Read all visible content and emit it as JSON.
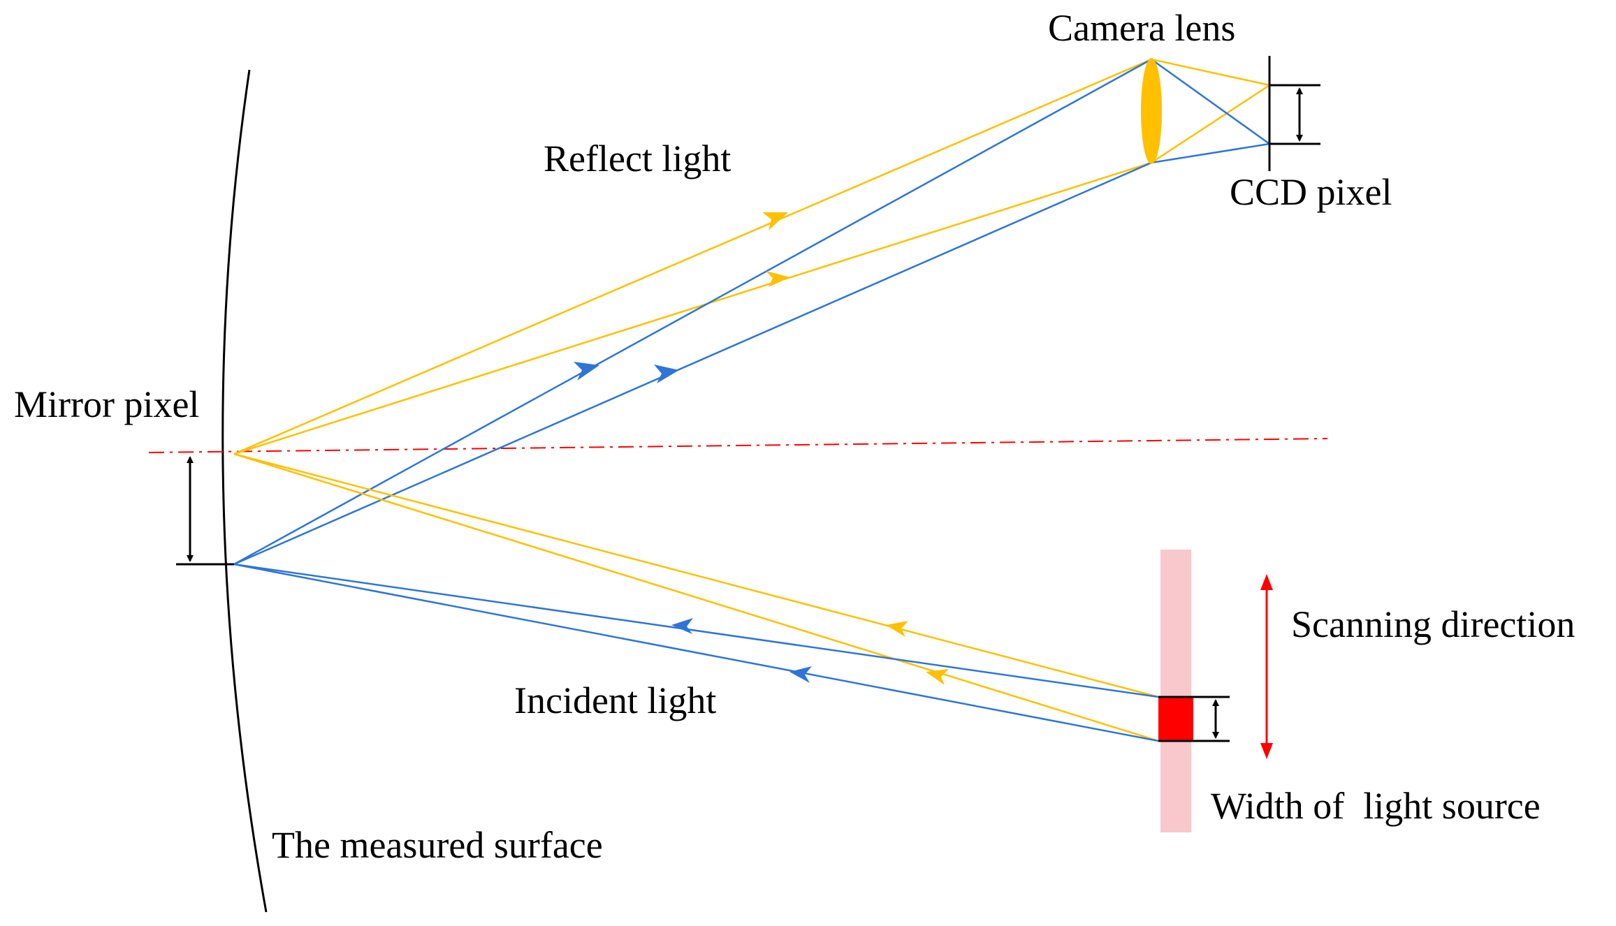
{
  "labels": {
    "camera_lens": "Camera lens",
    "ccd_pixel": "CCD pixel",
    "reflect_light": "Reflect light",
    "mirror_pixel": "Mirror pixel",
    "scanning_direction": "Scanning direction",
    "incident_light": "Incident light",
    "width_of_light_source": "Width of  light source",
    "measured_surface": "The measured surface"
  },
  "colors": {
    "reflect_ray": "#FFC000",
    "incident_ray": "#2E75D6",
    "source_band": "#F8C8CC",
    "source_active": "#FF0000",
    "axis_line": "#FF0000",
    "surface": "#000000"
  }
}
